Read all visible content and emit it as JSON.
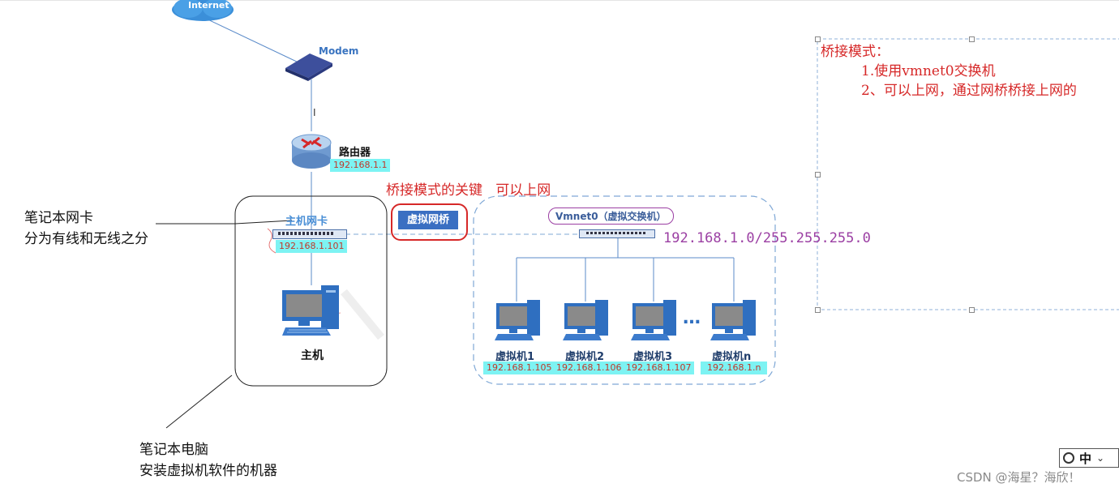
{
  "network": {
    "internet_label": "Internet",
    "modem_label": "Modem",
    "router_label": "路由器",
    "router_ip": "192.168.1.1"
  },
  "host": {
    "nic_label": "主机网卡",
    "nic_ip": "192.168.1.101",
    "host_label": "主机"
  },
  "bridge": {
    "title": "桥接模式的关键   可以上网",
    "button_label": "虚拟网桥",
    "switch_label": "Vmnet0（虚拟交换机）",
    "subnet": "192.168.1.0/255.255.255.0"
  },
  "vms": [
    {
      "label": "虚拟机1",
      "ip": "192.168.1.105"
    },
    {
      "label": "虚拟机2",
      "ip": "192.168.1.106"
    },
    {
      "label": "虚拟机3",
      "ip": "192.168.1.107"
    },
    {
      "label": "虚拟机n",
      "ip": "192.168.1.n"
    }
  ],
  "ellipsis": "…",
  "annotations": {
    "nic_line1": "笔记本网卡",
    "nic_line2": "分为有线和无线之分",
    "laptop_line1": "笔记本电脑",
    "laptop_line2": "安装虚拟机软件的机器"
  },
  "note": {
    "title": "桥接模式：",
    "line1": "1.使用vmnet0交换机",
    "line2": "2、可以上网，通过网桥桥接上网的"
  },
  "ime": {
    "label": "中"
  },
  "watermark": "CSDN @海星？海欣！",
  "colors": {
    "accent_red": "#d62828",
    "cyan_label": "#7df3f3",
    "bridge_blue": "#3a6fc2",
    "subnet_purple": "#9b3fa3"
  }
}
